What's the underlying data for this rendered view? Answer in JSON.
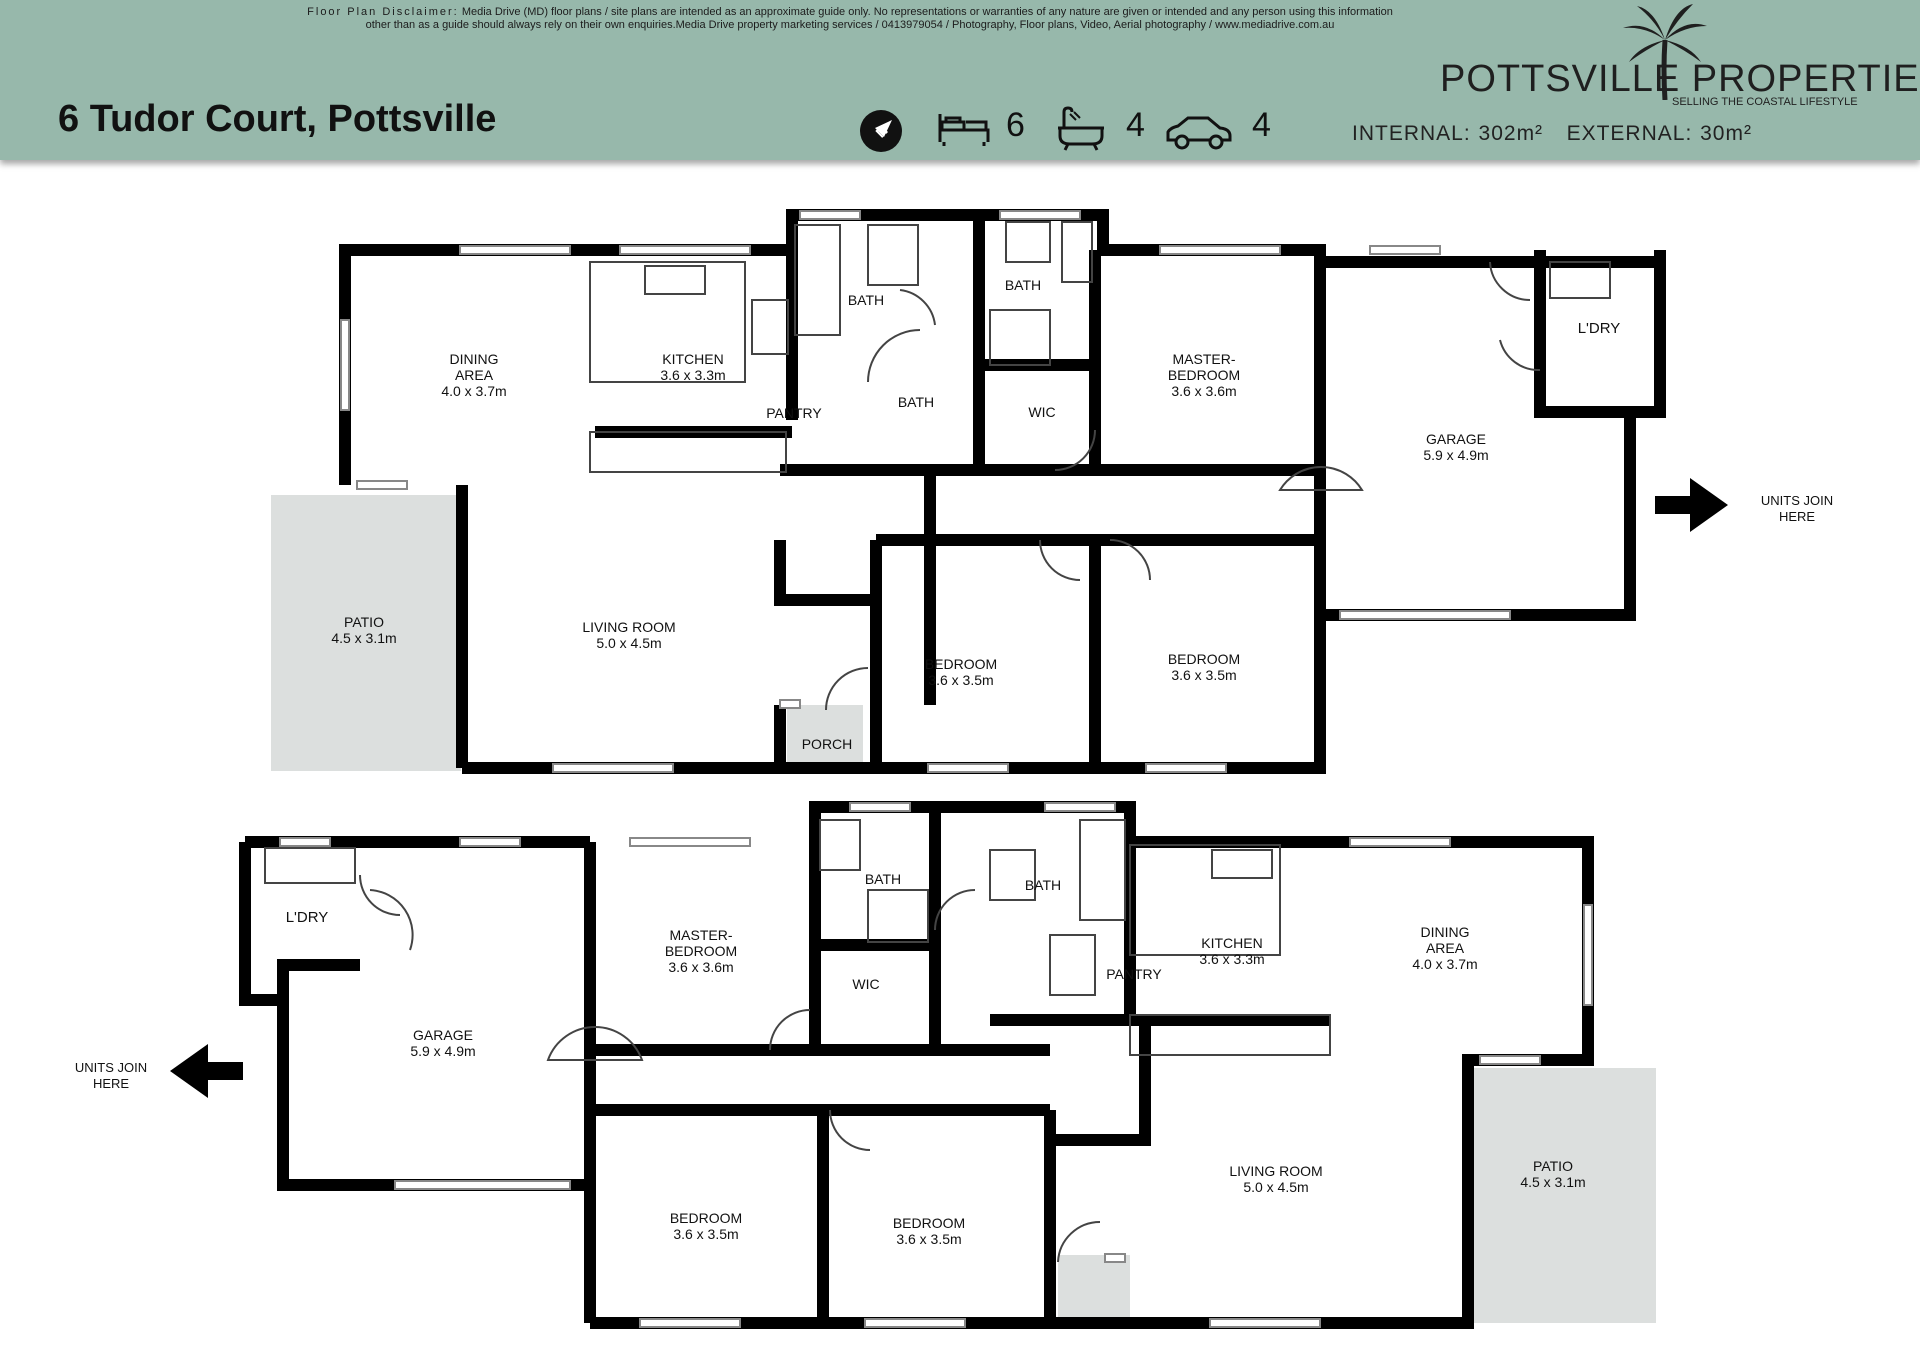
{
  "disclaimer": {
    "heading": "Floor Plan Disclaimer:",
    "line1": "Media Drive (MD) floor plans / site plans are intended as an approximate guide only.  No representations or warranties of any nature are given or intended and any person using this information",
    "line2": "other than as a guide should always rely on their own enquiries.Media Drive property marketing services / 0413979054 / Photography, Floor plans,  Video, Aerial photography / www.mediadrive.com.au"
  },
  "address": "6 Tudor Court, Pottsville",
  "stats": {
    "bedrooms": "6",
    "bathrooms": "4",
    "cars": "4"
  },
  "area": {
    "internal_label": "INTERNAL:",
    "internal_value": "302m²",
    "external_label": "EXTERNAL:",
    "external_value": "30m²"
  },
  "brand": {
    "name": "POTTSVILLE PROPERTIES",
    "tagline": "SELLING THE COASTAL LIFESTYLE"
  },
  "colors": {
    "header_bg": "#97b8ab",
    "wall": "#000000",
    "patio": "#dcdfde"
  },
  "icons": [
    "compass-icon",
    "bed-icon",
    "bath-icon",
    "car-icon",
    "palm-tree-logo"
  ],
  "upper_unit": {
    "dining_name": "DINING",
    "dining_name2": "AREA",
    "dining_dim": "4.0 x 3.7m",
    "kitchen_name": "KITCHEN",
    "kitchen_dim": "3.6 x 3.3m",
    "bath1": "BATH",
    "bath2": "BATH",
    "bath3": "BATH",
    "pantry": "PANTRY",
    "wic": "WIC",
    "master_name": "MASTER-",
    "master_name2": "BEDROOM",
    "master_dim": "3.6 x 3.6m",
    "laundry": "L'DRY",
    "garage_name": "GARAGE",
    "garage_dim": "5.9 x 4.9m",
    "patio_name": "PATIO",
    "patio_dim": "4.5 x 3.1m",
    "living_name": "LIVING ROOM",
    "living_dim": "5.0 x 4.5m",
    "bed_a_name": "BEDROOM",
    "bed_a_dim": "3.6 x 3.5m",
    "bed_b_name": "BEDROOM",
    "bed_b_dim": "3.6 x 3.5m",
    "porch": "PORCH",
    "join_line1": "UNITS JOIN",
    "join_line2": "HERE"
  },
  "lower_unit": {
    "laundry": "L'DRY",
    "garage_name": "GARAGE",
    "garage_dim": "5.9 x 4.9m",
    "master_name": "MASTER-",
    "master_name2": "BEDROOM",
    "master_dim": "3.6 x 3.6m",
    "bath1": "BATH",
    "bath2": "BATH",
    "wic": "WIC",
    "pantry": "PANTRY",
    "kitchen_name": "KITCHEN",
    "kitchen_dim": "3.6 x 3.3m",
    "dining_name": "DINING",
    "dining_name2": "AREA",
    "dining_dim": "4.0 x 3.7m",
    "living_name": "LIVING ROOM",
    "living_dim": "5.0 x 4.5m",
    "patio_name": "PATIO",
    "patio_dim": "4.5 x 3.1m",
    "bed_a_name": "BEDROOM",
    "bed_a_dim": "3.6 x 3.5m",
    "bed_b_name": "BEDROOM",
    "bed_b_dim": "3.6 x 3.5m",
    "join_line1": "UNITS JOIN",
    "join_line2": "HERE"
  }
}
